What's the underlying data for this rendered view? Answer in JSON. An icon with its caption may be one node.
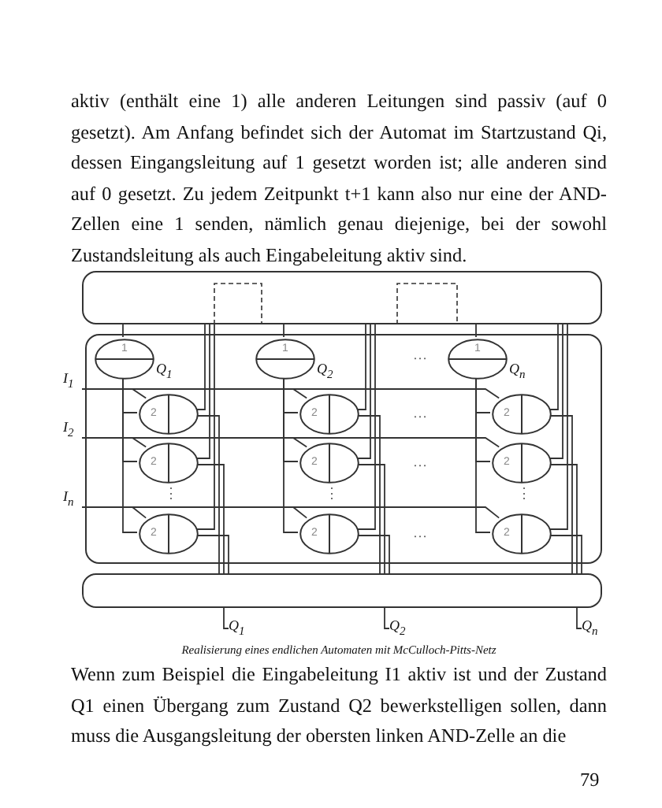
{
  "diagram": {
    "caption": "Realisierung eines endlichen Automaten mit McCulloch-Pitts-Netz",
    "nodes": [
      {
        "text": [],
        "shape": "box"
      },
      {
        "text": [],
        "shape": "box"
      },
      {
        "text": [
          "1"
        ],
        "in": 1,
        "beside": [
          "Q$_{1}$"
        ]
      },
      {
        "text": [
          "1"
        ],
        "in": 1,
        "beside": [
          "Q$_{2}$"
        ]
      },
      {
        "text": [
          "1"
        ],
        "in": 1,
        "beside": [
          "Q$_{n}$"
        ]
      },
      {
        "text": [
          "I$_{1}$"
        ]
      },
      {
        "text": [
          "I$_{2}$"
        ]
      },
      {
        "text": [
          "I$_{n}$"
        ]
      },
      {
        "text": [
          "2"
        ],
        "in": 1
      },
      {
        "text": [
          "2"
        ],
        "in": 1
      },
      {
        "text": [
          "2"
        ],
        "in": 1
      },
      {
        "text": [
          "2"
        ],
        "in": 1
      },
      {
        "text": [
          "2"
        ],
        "in": 1
      },
      {
        "text": [
          "2"
        ],
        "in": 1
      },
      {
        "text": [
          "2"
        ],
        "in": 1
      },
      {
        "text": [
          "2"
        ],
        "in": 1
      },
      {
        "text": [
          "2"
        ],
        "in": 1
      },
      {
        "text": [],
        "shape": "box"
      },
      {
        "text": [
          "Q$_{1}$"
        ]
      },
      {
        "text": [
          "Q$_{2}$"
        ]
      },
      {
        "text": [
          "Q$_{n}$"
        ]
      }
    ],
    "edges": [
      {
        "from": 0,
        "to": 2,
        "arrow": "none"
      },
      {
        "from": 0,
        "to": 3,
        "arrow": "none"
      },
      {
        "from": 0,
        "to": 4,
        "arrow": "none"
      },
      {
        "from": 2,
        "to": 8,
        "arrow": "none"
      },
      {
        "from": 2,
        "to": 11,
        "arrow": "none"
      },
      {
        "from": 2,
        "to": 14,
        "arrow": "none"
      },
      {
        "from": 3,
        "to": 9,
        "arrow": "none"
      },
      {
        "from": 3,
        "to": 12,
        "arrow": "none"
      },
      {
        "from": 3,
        "to": 15,
        "arrow": "none"
      },
      {
        "from": 4,
        "to": 10,
        "arrow": "none"
      },
      {
        "from": 4,
        "to": 13,
        "arrow": "none"
      },
      {
        "from": 4,
        "to": 16,
        "arrow": "none"
      },
      {
        "from": 5,
        "to": 8,
        "arrow": "none"
      },
      {
        "from": 5,
        "to": 9,
        "arrow": "none"
      },
      {
        "from": 5,
        "to": 10,
        "arrow": "none"
      },
      {
        "from": 6,
        "to": 11,
        "arrow": "none"
      },
      {
        "from": 6,
        "to": 12,
        "arrow": "none"
      },
      {
        "from": 6,
        "to": 13,
        "arrow": "none"
      },
      {
        "from": 7,
        "to": 14,
        "arrow": "none"
      },
      {
        "from": 7,
        "to": 15,
        "arrow": "none"
      },
      {
        "from": 7,
        "to": 16,
        "arrow": "none"
      },
      {
        "from": 8,
        "to": 0,
        "arrow": "none"
      },
      {
        "from": 9,
        "to": 0,
        "arrow": "none"
      },
      {
        "from": 10,
        "to": 0,
        "arrow": "none"
      },
      {
        "from": 11,
        "to": 0,
        "arrow": "none"
      },
      {
        "from": 12,
        "to": 0,
        "arrow": "none"
      },
      {
        "from": 13,
        "to": 0,
        "arrow": "none"
      },
      {
        "from": 14,
        "to": 0,
        "arrow": "none"
      },
      {
        "from": 15,
        "to": 0,
        "arrow": "none"
      },
      {
        "from": 16,
        "to": 0,
        "arrow": "none"
      },
      {
        "from": 8,
        "to": 17,
        "arrow": "none"
      },
      {
        "from": 9,
        "to": 17,
        "arrow": "none"
      },
      {
        "from": 10,
        "to": 17,
        "arrow": "none"
      },
      {
        "from": 11,
        "to": 17,
        "arrow": "none"
      },
      {
        "from": 12,
        "to": 17,
        "arrow": "none"
      },
      {
        "from": 13,
        "to": 17,
        "arrow": "none"
      },
      {
        "from": 14,
        "to": 17,
        "arrow": "none"
      },
      {
        "from": 15,
        "to": 17,
        "arrow": "none"
      },
      {
        "from": 16,
        "to": 17,
        "arrow": "none"
      },
      {
        "from": 17,
        "to": 18,
        "arrow": "none"
      },
      {
        "from": 17,
        "to": 19,
        "arrow": "none"
      },
      {
        "from": 17,
        "to": 20,
        "arrow": "none"
      }
    ],
    "labels": [
      "aktiv (enthält eine 1) alle anderen Leitungen sind passiv (auf 0 gesetzt). Am Anfang befindet sich der Automat im Startzustand Qi, dessen Eingangsleitung auf 1 gesetzt worden ist; alle anderen sind auf 0 gesetzt. Zu jedem Zeitpunkt t+1 kann also nur eine der AND-Zellen eine 1 senden, nämlich genau diejenige, bei der sowohl Zustandsleitung als auch Eingabeleitung aktiv sind.",
      "…",
      "…",
      "…",
      "…",
      "⋮",
      "⋮",
      "⋮",
      "Wenn zum Beispiel die Eingabeleitung I1 aktiv ist und der Zustand Q1 einen Übergang zum Zustand Q2 bewerkstelligen sollen, dann muss die Ausgangsleitung der obersten linken AND-Zelle an die",
      "79"
    ]
  }
}
